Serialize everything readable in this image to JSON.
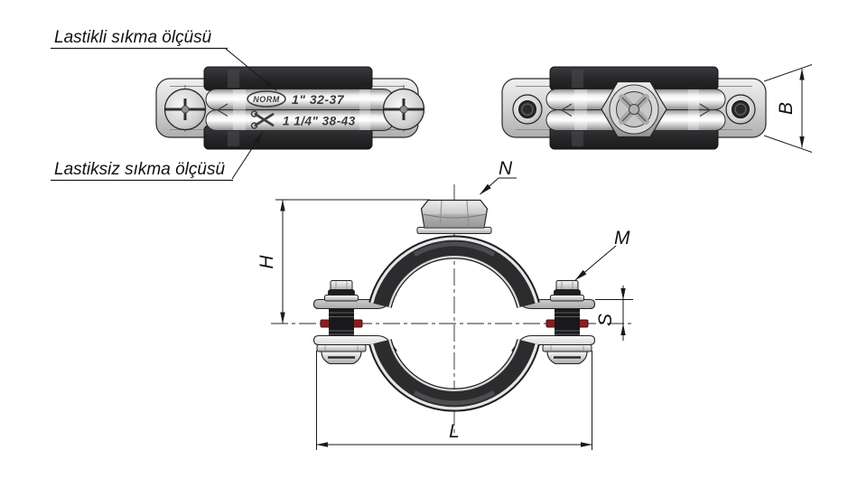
{
  "drawing": {
    "annotations": {
      "with_rubber_label": "Lastikli sıkma ölçüsü",
      "without_rubber_label": "Lastiksiz sıkma ölçüsü"
    },
    "dimensions": {
      "H": "H",
      "B": "B",
      "L": "L",
      "S": "S",
      "N": "N",
      "M": "M"
    },
    "band_markings": {
      "brand": "NORM",
      "top_size": "1\" 32-37",
      "bottom_size": "1 1/4\" 38-43"
    },
    "colors": {
      "background": "#ffffff",
      "line": "#1a1a1a",
      "rubber": "#2c2c2f",
      "metal": "#d9d9d9",
      "washer_red": "#8e1e1e"
    }
  }
}
